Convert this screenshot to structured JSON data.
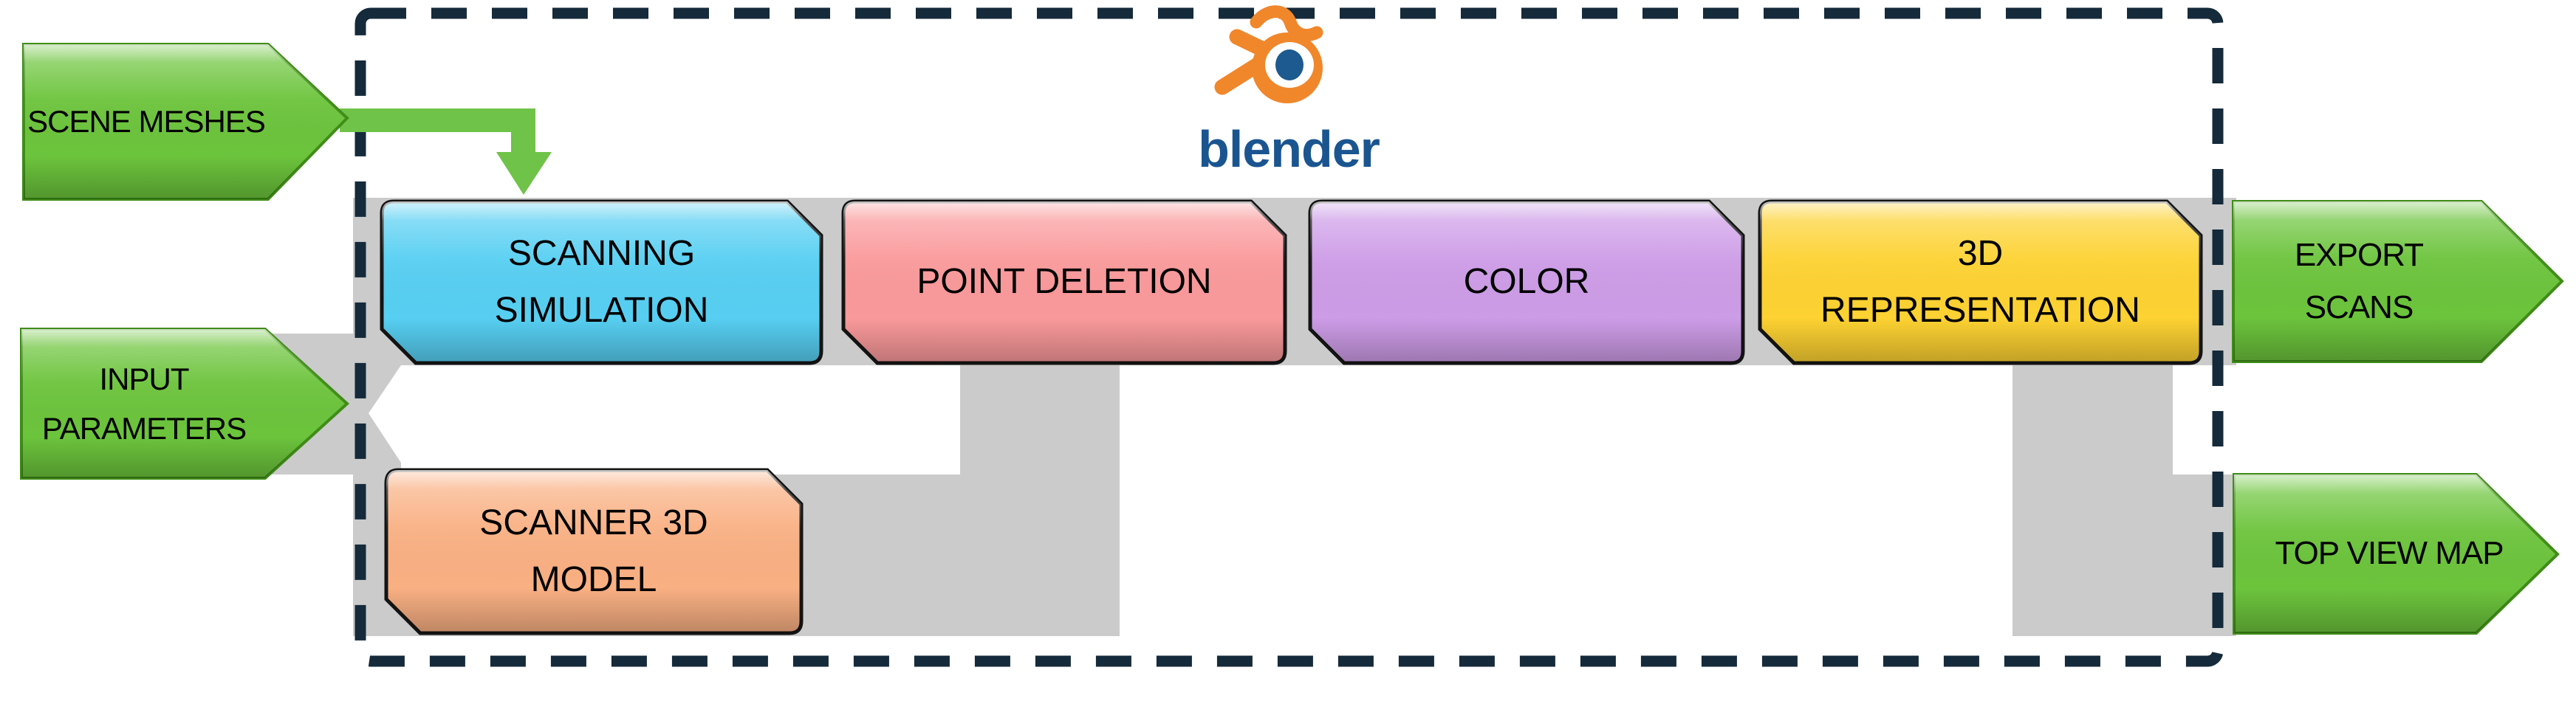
{
  "blender": {
    "wordmark": "blender"
  },
  "nodes": {
    "scene_meshes": {
      "label": "SCENE MESHES"
    },
    "input_parameters": {
      "label": "INPUT PARAMETERS"
    },
    "scanning_simulation": {
      "label": "SCANNING SIMULATION"
    },
    "point_deletion": {
      "label": "POINT DELETION"
    },
    "color": {
      "label": "COLOR"
    },
    "representation_3d": {
      "label": "3D REPRESENTATION"
    },
    "scanner_3d_model": {
      "label": "SCANNER 3D MODEL"
    },
    "export_scans": {
      "label": "EXPORT SCANS"
    },
    "top_view_map": {
      "label": "TOP VIEW MAP"
    }
  },
  "colors": {
    "stage_cyan": "#57cff2",
    "stage_salmon": "#fa999b",
    "stage_purple": "#cd9ce7",
    "stage_yellow": "#fdd232",
    "stage_orange": "#f9b083",
    "io_green": "#6cc43c",
    "io_green_border": "#3f8d17",
    "arrow_green": "#6fc348",
    "connector_gray": "#cbcbcb",
    "border_navy": "#152a3a",
    "box_border": "#141414",
    "blender_orange": "#f0872b",
    "blender_blue": "#1c5a8f",
    "wordmark_blue": "#1a5590"
  }
}
